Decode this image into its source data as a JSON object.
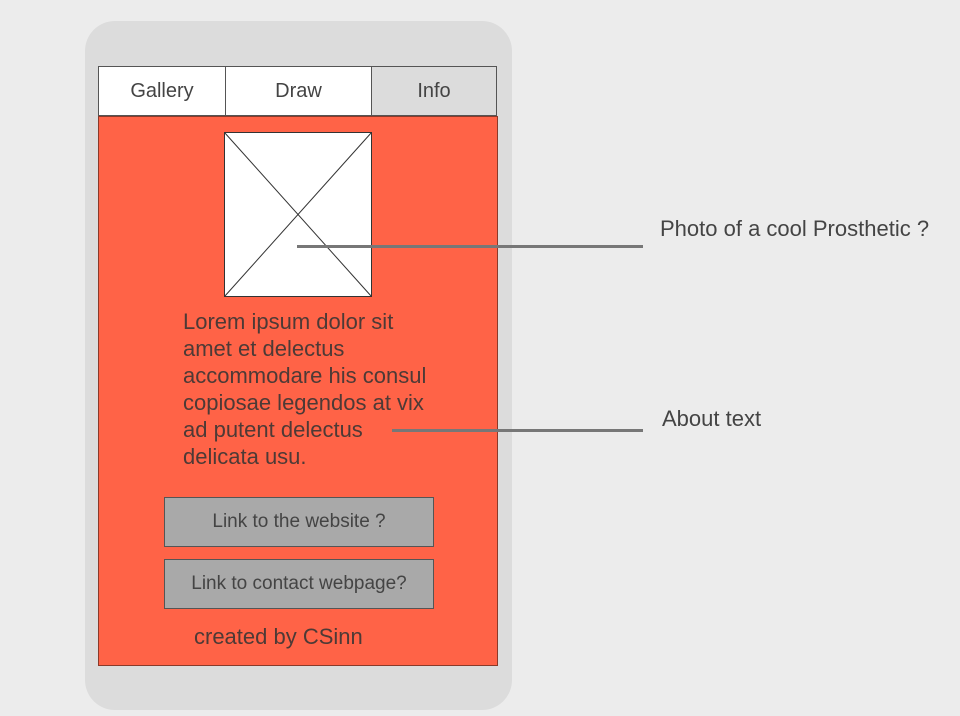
{
  "tabs": [
    {
      "label": "Gallery"
    },
    {
      "label": "Draw"
    },
    {
      "label": "Info",
      "active": true
    }
  ],
  "content": {
    "photo_icon": "image-placeholder-icon",
    "about_text": "Lorem ipsum dolor sit amet et delectus accommodare his consul copiosae legendos at vix ad putent delectus delicata usu.",
    "website_button": "Link to the website ?",
    "contact_button": "Link to contact webpage?",
    "footer": "created by CSinn"
  },
  "annotations": {
    "photo": "Photo of a cool Prosthetic ?",
    "about": "About text"
  },
  "colors": {
    "background": "#ececec",
    "phone_frame": "#dcdcdc",
    "content_background": "#ff6347",
    "button_background": "#a9a9a9",
    "active_tab": "#dcdcdc"
  }
}
